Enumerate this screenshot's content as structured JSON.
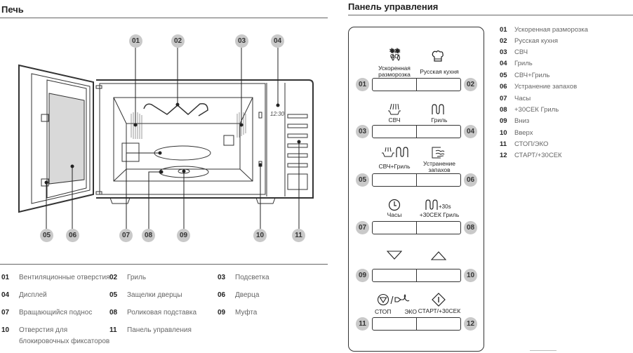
{
  "oven": {
    "title": "Печь",
    "display_time": "12:30",
    "callouts": [
      "01",
      "02",
      "03",
      "04",
      "05",
      "06",
      "07",
      "08",
      "09",
      "10",
      "11"
    ],
    "legend": [
      {
        "num": "01",
        "text": "Вентиляционные отверстия"
      },
      {
        "num": "02",
        "text": "Гриль"
      },
      {
        "num": "03",
        "text": "Подсветка"
      },
      {
        "num": "04",
        "text": "Дисплей"
      },
      {
        "num": "05",
        "text": "Защелки дверцы"
      },
      {
        "num": "06",
        "text": "Дверца"
      },
      {
        "num": "07",
        "text": "Вращающийся поднос"
      },
      {
        "num": "08",
        "text": "Роликовая подставка"
      },
      {
        "num": "09",
        "text": "Муфта"
      },
      {
        "num": "10",
        "text": "Отверстия для",
        "text2": "блокировочных фиксаторов"
      },
      {
        "num": "11",
        "text": "Панель управления"
      }
    ]
  },
  "control_panel": {
    "title": "Панель управления",
    "buttons": [
      {
        "num": "01",
        "label": "Ускоренная",
        "label2": "разморозка",
        "icon": "defrost-icon"
      },
      {
        "num": "02",
        "label": "Русская кухня",
        "icon": "chef-hat-icon"
      },
      {
        "num": "03",
        "label": "СВЧ",
        "icon": "microwave-icon"
      },
      {
        "num": "04",
        "label": "Гриль",
        "icon": "grill-icon"
      },
      {
        "num": "05",
        "label": "СВЧ+Гриль",
        "icon": "microwave-grill-icon"
      },
      {
        "num": "06",
        "label": "Устранение",
        "label2": "запахов",
        "icon": "deodorize-icon"
      },
      {
        "num": "07",
        "label": "Часы",
        "icon": "clock-icon"
      },
      {
        "num": "08",
        "label": "+30СЕК Гриль",
        "icon": "grill-30s-icon",
        "icon_text": "+30s"
      },
      {
        "num": "09",
        "label": "",
        "icon": "down-arrow-icon"
      },
      {
        "num": "10",
        "label": "",
        "icon": "up-arrow-icon"
      },
      {
        "num": "11",
        "label": "СТОП",
        "label2": "ЭКО",
        "icon": "stop-eco-icon"
      },
      {
        "num": "12",
        "label": "СТАРТ/+30СЕК",
        "icon": "start-icon"
      }
    ],
    "legend": [
      {
        "num": "01",
        "text": "Ускоренная разморозка"
      },
      {
        "num": "02",
        "text": "Русская кухня"
      },
      {
        "num": "03",
        "text": "СВЧ"
      },
      {
        "num": "04",
        "text": "Гриль"
      },
      {
        "num": "05",
        "text": "СВЧ+Гриль"
      },
      {
        "num": "06",
        "text": "Устранение запахов"
      },
      {
        "num": "07",
        "text": "Часы"
      },
      {
        "num": "08",
        "text": "+30СЕК Гриль"
      },
      {
        "num": "09",
        "text": "Вниз"
      },
      {
        "num": "10",
        "text": "Вверх"
      },
      {
        "num": "11",
        "text": "СТОП/ЭКО"
      },
      {
        "num": "12",
        "text": "СТАРТ/+30СЕК"
      }
    ]
  }
}
